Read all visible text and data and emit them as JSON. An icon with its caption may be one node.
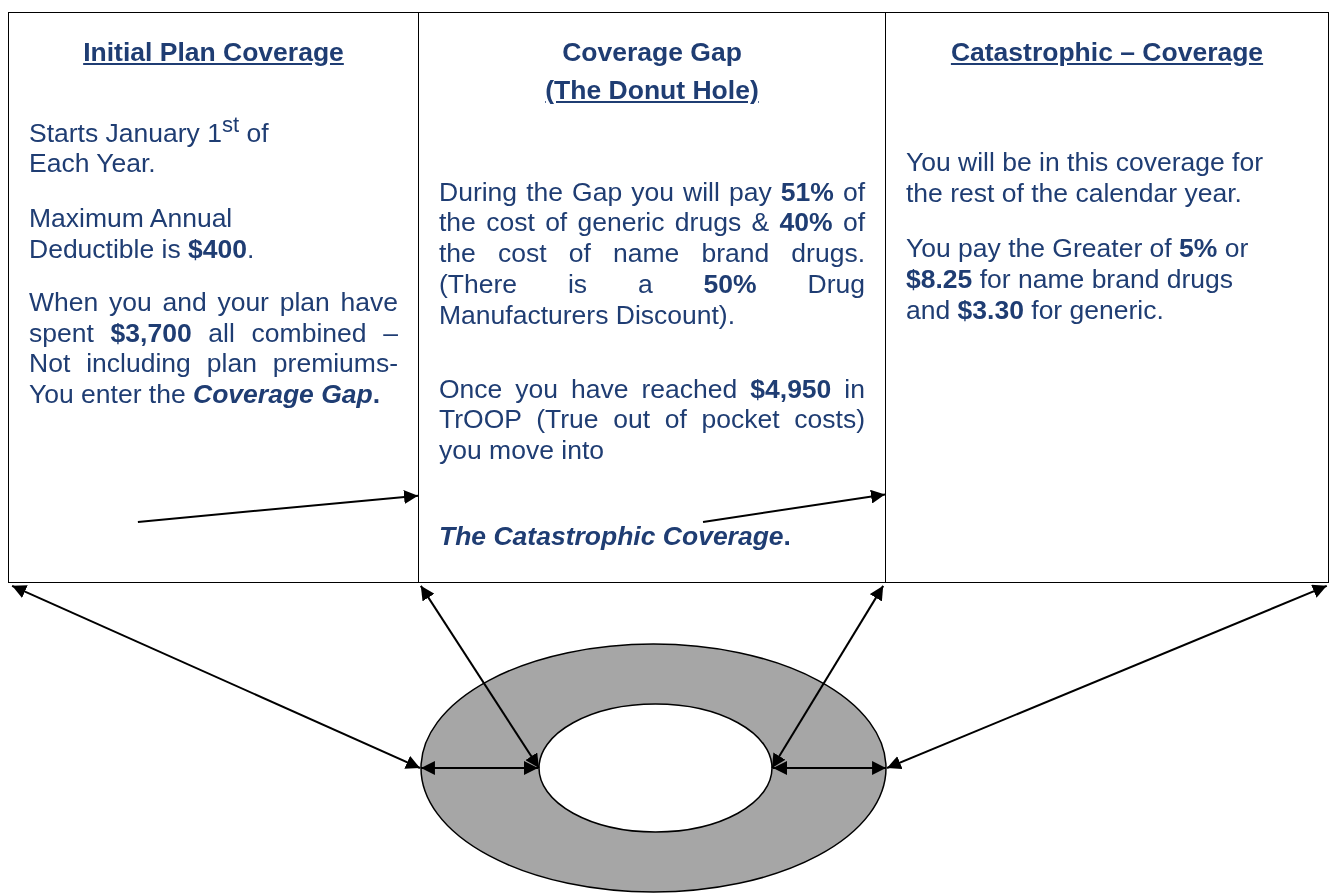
{
  "diagram": {
    "nodes": [
      {
        "text": [
          "Initial Plan Coverage",
          "Starts January 1$^{st}$ of Each Year.",
          "Maximum Annual Deductible is **$400**.",
          "When you and your plan have spent **$3,700** all combined – Not including plan premiums- You enter the ***Coverage Gap*.**"
        ]
      },
      {
        "text": [
          "Coverage Gap",
          "(The Donut Hole)",
          "During the Gap you will pay **51%** of the cost of generic drugs & **40%** of the cost of name brand drugs. (There is a **50%** Drug Manufacturers Discount).",
          "Once you have reached **$4,950** in TrOOP (True out of pocket costs) you move into",
          "***The Catastrophic Coverage*.**"
        ]
      },
      {
        "text": [
          "Catastrophic – Coverage",
          "You will be in this coverage for the rest of the calendar year.",
          "You pay the Greater of **5%** or **$8.25** for name brand drugs and **$3.30** for generic."
        ]
      },
      {
        "text": [],
        "shape": "ellipse"
      },
      {
        "text": [],
        "shape": "ellipse",
        "in": 3
      }
    ],
    "edges": [
      {
        "from": 0,
        "to": 3,
        "arrow": "both"
      },
      {
        "from": 1,
        "to": 4,
        "arrow": "both"
      },
      {
        "from": 1,
        "to": 4,
        "arrow": "both"
      },
      {
        "from": 2,
        "to": 3,
        "arrow": "both"
      },
      {
        "from": 3,
        "to": 4,
        "arrow": "both"
      },
      {
        "from": 4,
        "to": 3,
        "arrow": "both"
      },
      {
        "from": 0,
        "to": 1,
        "arrow": "to"
      },
      {
        "from": 1,
        "to": 2,
        "arrow": "to"
      }
    ]
  }
}
